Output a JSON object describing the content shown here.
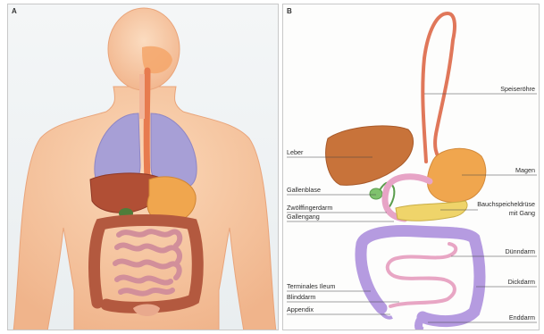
{
  "panels": {
    "a": {
      "letter": "A"
    },
    "b": {
      "letter": "B"
    }
  },
  "labels_right": {
    "speiseroehre": "Speiseröhre",
    "magen": "Magen",
    "bauchspeicheldruese_1": "Bauchspeicheldrüse",
    "bauchspeicheldruese_2": "mit Gang",
    "duenndarm": "Dünndarm",
    "dickdarm": "Dickdarm",
    "enddarm": "Enddarm"
  },
  "labels_left": {
    "leber": "Leber",
    "gallenblase": "Gallenblase",
    "zwoelffingerdarm": "Zwölffingerdarm",
    "gallengang": "Gallengang",
    "terminales_ileum": "Terminales Ileum",
    "blinddarm": "Blinddarm",
    "appendix": "Appendix"
  },
  "colors": {
    "skin": "#f6c7a1",
    "lungs": "#a79fd6",
    "liver": "#c8733a",
    "stomach": "#f0a64e",
    "esophagus": "#e0775a",
    "small_intestine": "#e8a6c4",
    "large_intestine": "#b59be0",
    "pancreas": "#efd46a",
    "gallbladder": "#7fc26d"
  }
}
